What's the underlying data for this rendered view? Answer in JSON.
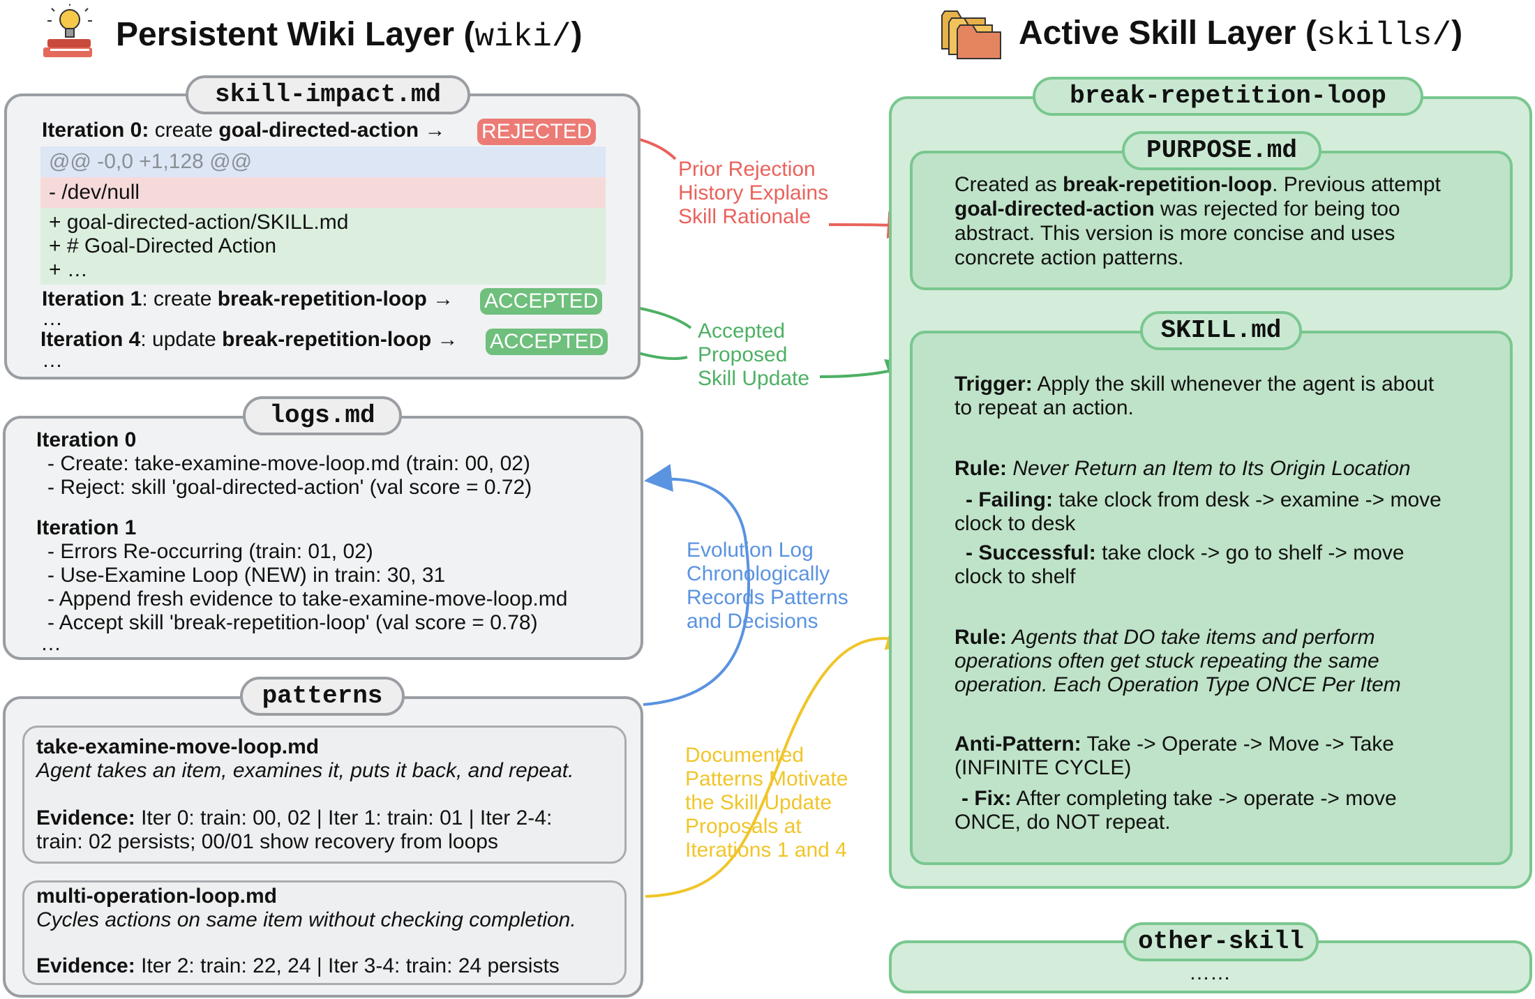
{
  "wiki": {
    "title_prefix": "Persistent Wiki Layer (",
    "title_code": "wiki/",
    "title_suffix": ")",
    "impact": {
      "tab": "skill-impact.md",
      "it0_label": "Iteration 0:",
      "it0_action": " create ",
      "it0_skill": "goal-directed-action",
      "arrow": "→",
      "it0_status": "REJECTED",
      "diff_header": "@@ -0,0 +1,128 @@",
      "diff_minus": "- /dev/null",
      "diff_plus": [
        "+ goal-directed-action/SKILL.md",
        "+ # Goal-Directed Action",
        "+ …"
      ],
      "it1_label": "Iteration 1",
      "it1_action": ": create ",
      "it1_skill": "break-repetition-loop",
      "it1_status": "ACCEPTED",
      "ellipsis1": "…",
      "it4_label": "Iteration 4",
      "it4_action": ": update ",
      "it4_skill": "break-repetition-loop",
      "it4_status": "ACCEPTED",
      "ellipsis2": "…"
    },
    "logs": {
      "tab": "logs.md",
      "it0": "Iteration 0",
      "it0_lines": [
        "- Create: take-examine-move-loop.md (train: 00, 02)",
        "- Reject: skill 'goal-directed-action' (val score = 0.72)"
      ],
      "it1": "Iteration 1",
      "it1_lines": [
        "- Errors Re-occurring (train: 01, 02)",
        "- Use-Examine Loop (NEW) in train: 30, 31",
        "- Append fresh evidence to take-examine-move-loop.md",
        "- Accept skill 'break-repetition-loop' (val score = 0.78)"
      ],
      "ellipsis": "…"
    },
    "patterns": {
      "tab": "patterns",
      "p1_name": "take-examine-move-loop.md",
      "p1_desc": "Agent takes an item, examines it, puts it back, and repeat.",
      "p1_ev_label": "Evidence:",
      "p1_ev_line1": " Iter 0: train: 00, 02 | Iter 1: train: 01 | Iter 2-4:",
      "p1_ev_line2": "train: 02 persists; 00/01 show recovery from loops",
      "p2_name": "multi-operation-loop.md",
      "p2_desc": "Cycles actions on same item without checking completion.",
      "p2_ev_label": "Evidence:",
      "p2_ev_line1": " Iter 2: train: 22, 24 | Iter 3-4: train: 24 persists"
    }
  },
  "skills": {
    "title_prefix": "Active Skill Layer (",
    "title_code": "skills/",
    "title_suffix": ")",
    "main_tab": "break-repetition-loop",
    "purpose": {
      "tab": "PURPOSE.md",
      "l1a": "Created as ",
      "l1b": "break-repetition-loop",
      "l1c": ". Previous attempt",
      "l2a": "goal-directed-action",
      "l2b": " was rejected for being too",
      "l3": "abstract. This version is more concise and uses",
      "l4": "concrete action patterns."
    },
    "skill": {
      "tab": "SKILL.md",
      "trigger_label": "Trigger:",
      "trigger_l1": " Apply the skill whenever the agent is about",
      "trigger_l2": "to repeat an action.",
      "rule1_label": "Rule:",
      "rule1_text": " Never Return an Item to Its Origin Location",
      "failing_label": "- Failing:",
      "failing_l1": " take clock from desk -> examine -> move",
      "failing_l2": "clock to desk",
      "success_label": "- Successful:",
      "success_l1": " take clock -> go to shelf -> move",
      "success_l2": "clock to shelf",
      "rule2_label": "Rule:",
      "rule2_l1": " Agents that DO take items and perform",
      "rule2_l2": "operations often get stuck repeating the same",
      "rule2_l3": "operation. Each Operation Type ONCE Per Item",
      "anti_label": "Anti-Pattern:",
      "anti_l1": " Take -> Operate -> Move -> Take",
      "anti_l2": "(INFINITE CYCLE)",
      "fix_label": "- Fix:",
      "fix_l1": " After completing take -> operate -> move",
      "fix_l2": "ONCE, do NOT repeat."
    },
    "other_tab": "other-skill",
    "other_ellipsis": "……"
  },
  "annotations": {
    "red": [
      "Prior Rejection",
      "History Explains",
      "Skill Rationale"
    ],
    "green": [
      "Accepted",
      "Proposed",
      "Skill Update"
    ],
    "blue": [
      "Evolution Log",
      "Chronologically",
      "Records Patterns",
      "and Decisions"
    ],
    "yellow": [
      "Documented",
      "Patterns Motivate",
      "the Skill Update",
      "Proposals at",
      "Iterations 1 and 4"
    ]
  },
  "colors": {
    "red": "#e9625c",
    "green": "#4db064",
    "blue": "#5a93e0",
    "yellow": "#f0c52a"
  },
  "icons": [
    "lightbulb-books-icon",
    "folders-icon"
  ]
}
